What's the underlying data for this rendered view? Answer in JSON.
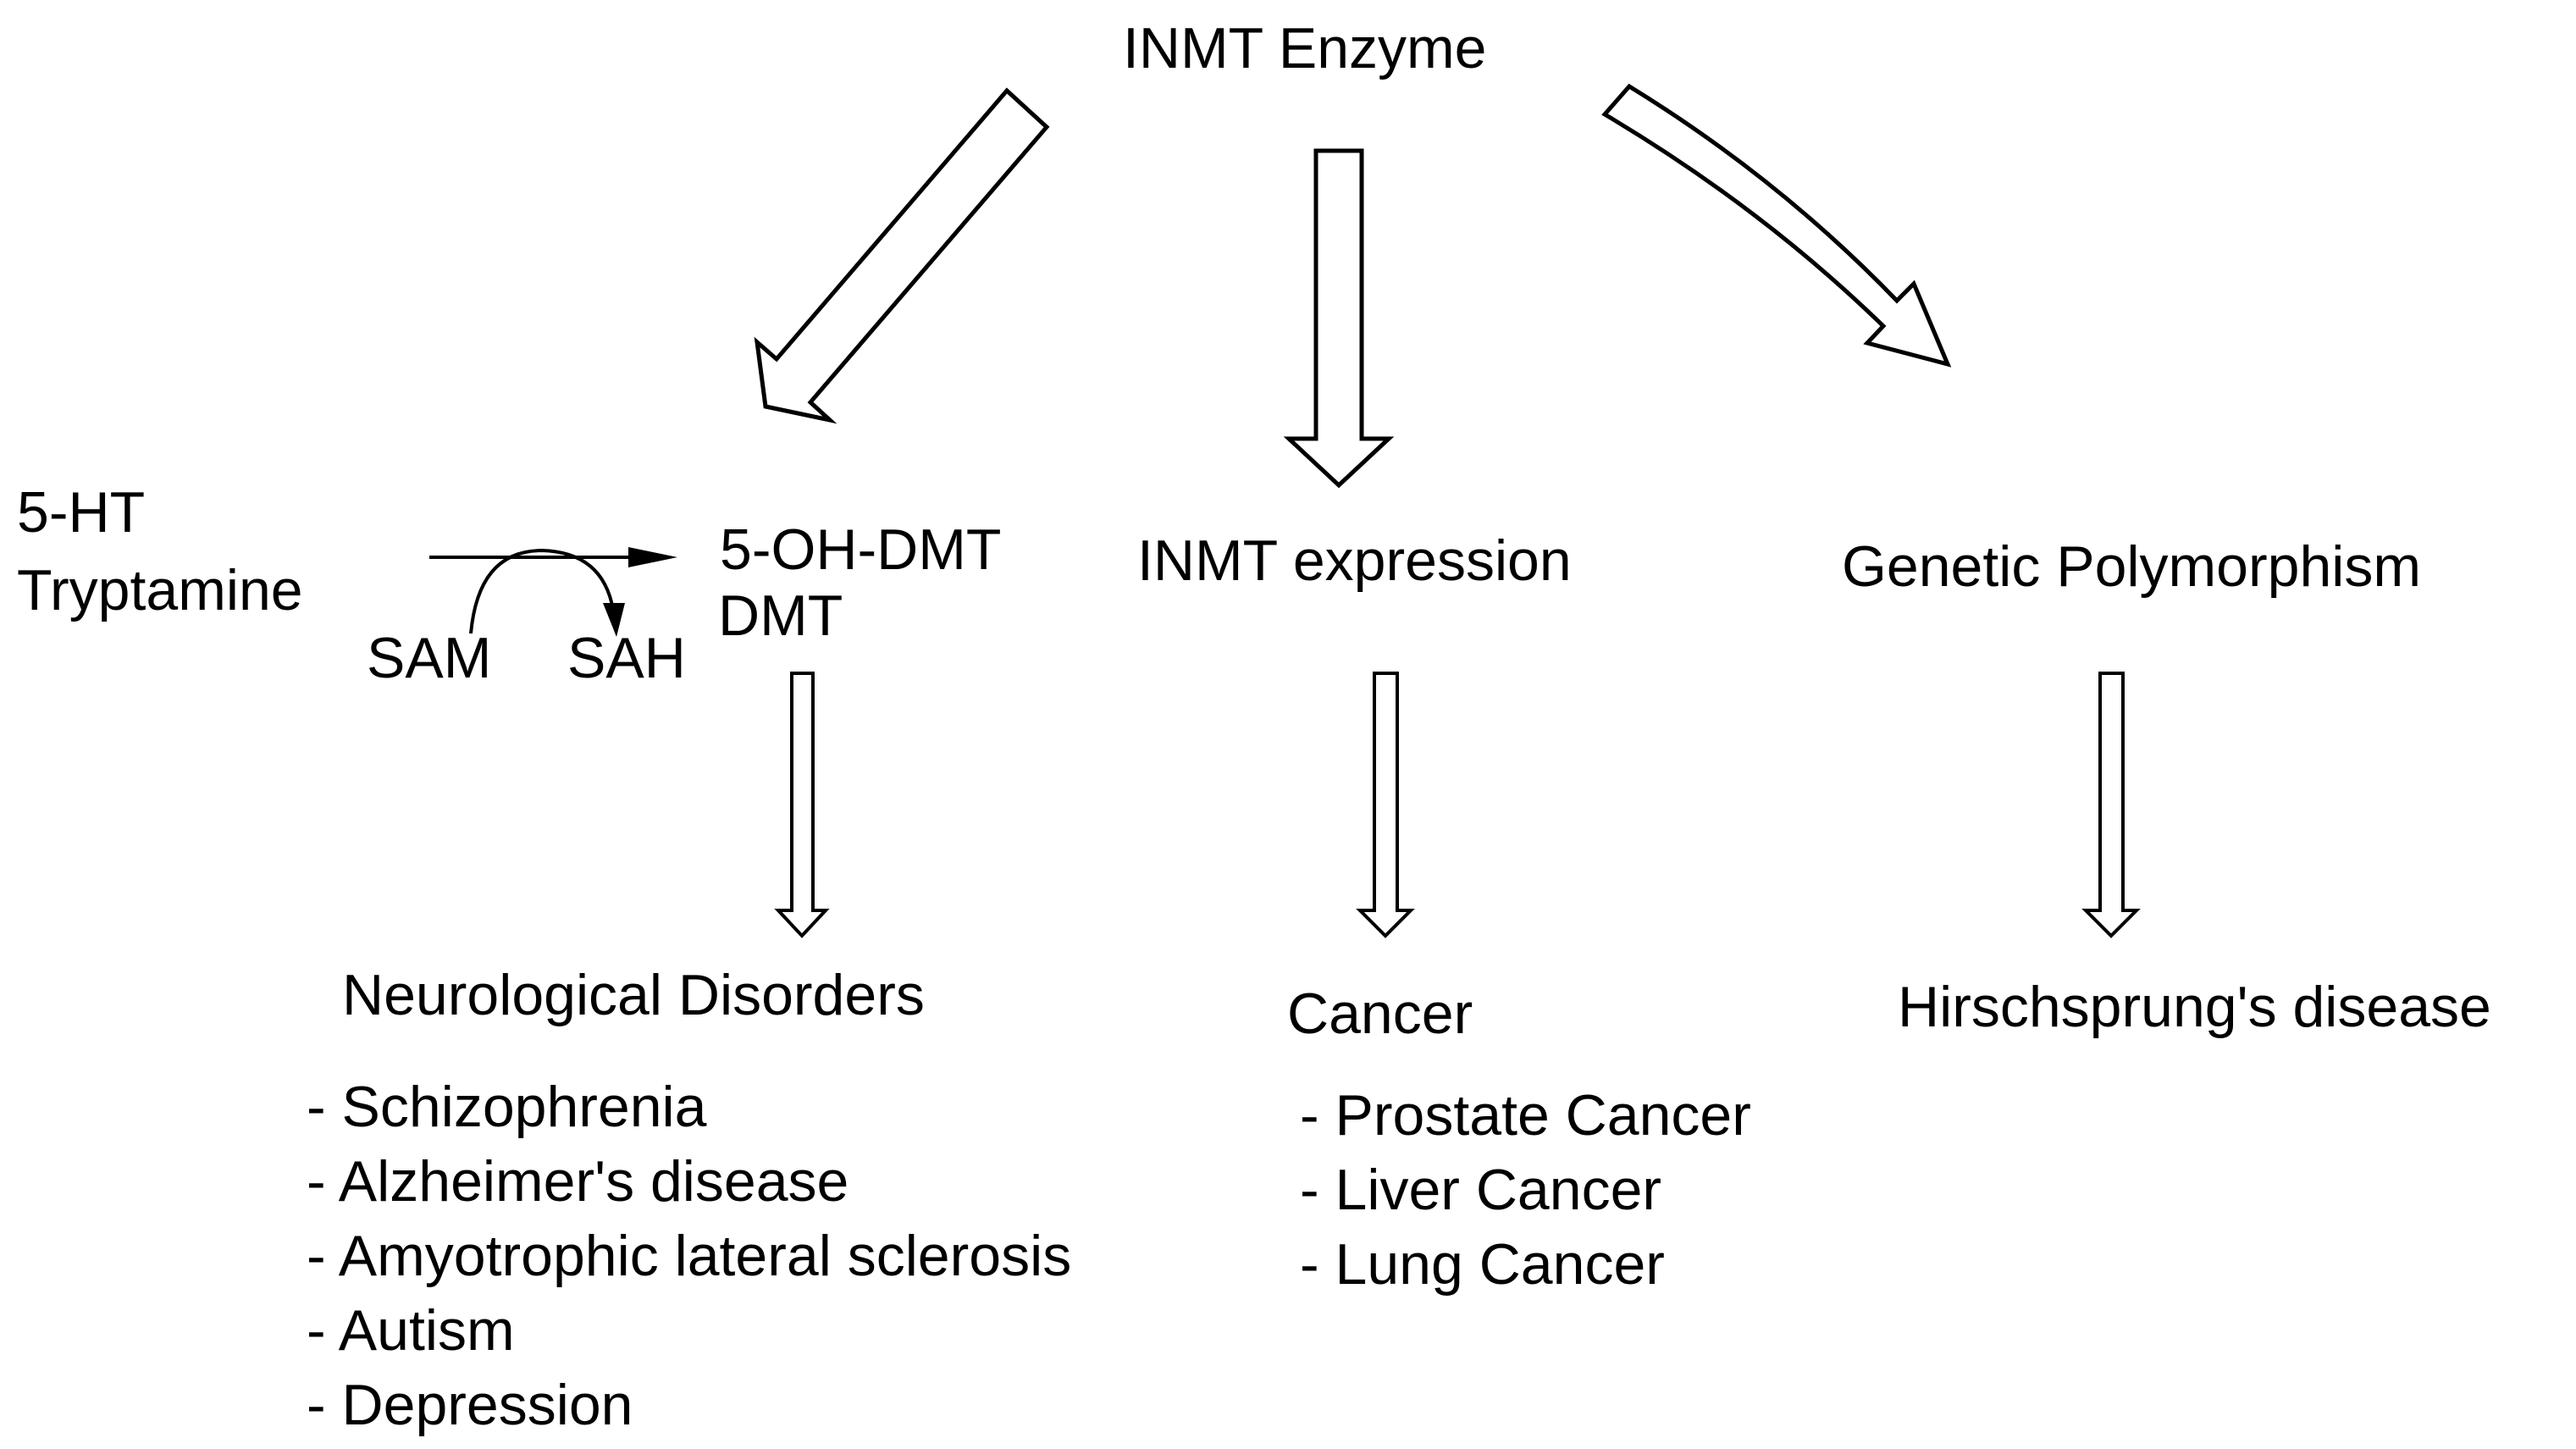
{
  "root": {
    "label": "INMT Enzyme"
  },
  "reaction": {
    "substrates": [
      "5-HT",
      "Tryptamine"
    ],
    "products": [
      "5-OH-DMT",
      "DMT"
    ],
    "cofactor_in": "SAM",
    "cofactor_out": "SAH"
  },
  "branches": {
    "expression": {
      "label": "INMT expression"
    },
    "polymorphism": {
      "label": "Genetic Polymorphism"
    }
  },
  "outcomes": {
    "neuro": {
      "title": "Neurological Disorders",
      "items": [
        "- Schizophrenia",
        "- Alzheimer's disease",
        "- Amyotrophic lateral sclerosis",
        "- Autism",
        "- Depression"
      ]
    },
    "cancer": {
      "title": "Cancer",
      "items": [
        "- Prostate Cancer",
        "- Liver Cancer",
        "- Lung Cancer"
      ]
    },
    "hirschsprung": {
      "title": "Hirschsprung's disease"
    }
  },
  "colors": {
    "ink": "#000000",
    "background": "#ffffff"
  }
}
